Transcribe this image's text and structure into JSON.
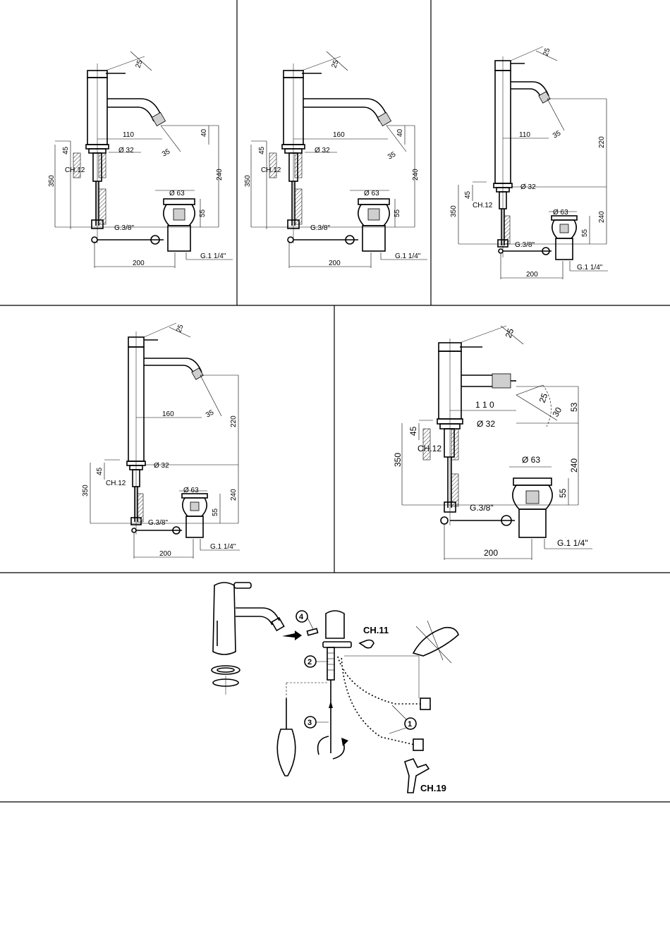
{
  "panels": [
    {
      "name": "panel-1",
      "labels": {
        "angle_lever": "25",
        "reach": "110",
        "spout_drop": "40",
        "spout_angle": "35",
        "base_height": "45",
        "base_diameter": "Ø 32",
        "wrench_size": "CH.12",
        "body_height": "350",
        "waste_height": "240",
        "waste_diameter": "Ø 63",
        "waste_depth": "55",
        "supply_thread": "G.3/8\"",
        "waste_distance": "200",
        "waste_thread": "G.1 1/4\""
      }
    },
    {
      "name": "panel-2",
      "labels": {
        "angle_lever": "25",
        "reach": "160",
        "spout_drop": "40",
        "spout_angle": "35",
        "base_height": "45",
        "base_diameter": "Ø 32",
        "wrench_size": "CH.12",
        "body_height": "350",
        "waste_height": "240",
        "waste_diameter": "Ø 63",
        "waste_depth": "55",
        "supply_thread": "G.3/8\"",
        "waste_distance": "200",
        "waste_thread": "G.1 1/4\""
      }
    },
    {
      "name": "panel-3",
      "labels": {
        "angle_lever": "25",
        "reach": "110",
        "spout_angle": "35",
        "tall_height": "220",
        "base_height": "45",
        "base_diameter": "Ø 32",
        "wrench_size": "CH.12",
        "body_height": "350",
        "waste_height": "240",
        "waste_diameter": "Ø 63",
        "waste_depth": "55",
        "supply_thread": "G.3/8\"",
        "waste_distance": "200",
        "waste_thread": "G.1 1/4\""
      }
    },
    {
      "name": "panel-4",
      "labels": {
        "angle_lever": "25",
        "reach": "160",
        "spout_angle": "35",
        "tall_height": "220",
        "base_height": "45",
        "base_diameter": "Ø 32",
        "wrench_size": "CH.12",
        "body_height": "350",
        "waste_height": "240",
        "waste_diameter": "Ø 63",
        "waste_depth": "55",
        "supply_thread": "G.3/8\"",
        "waste_distance": "200",
        "waste_thread": "G.1 1/4\""
      }
    },
    {
      "name": "panel-5-bidet",
      "labels": {
        "angle_lever": "25",
        "reach": "1 1 0",
        "jet_angle_a": "25",
        "jet_angle_b": "30",
        "spout_height": "53",
        "base_height": "45",
        "base_diameter": "Ø 32",
        "wrench_size": "CH.12",
        "body_height": "350",
        "waste_height": "240",
        "waste_diameter": "Ø 63",
        "waste_depth": "55",
        "supply_thread": "G.3/8\"",
        "waste_distance": "200",
        "waste_thread": "G.1 1/4\""
      }
    }
  ],
  "installation": {
    "step_1": "1",
    "step_2": "2",
    "step_3": "3",
    "step_4": "4",
    "wrench_small": "CH.11",
    "wrench_large": "CH.19"
  }
}
